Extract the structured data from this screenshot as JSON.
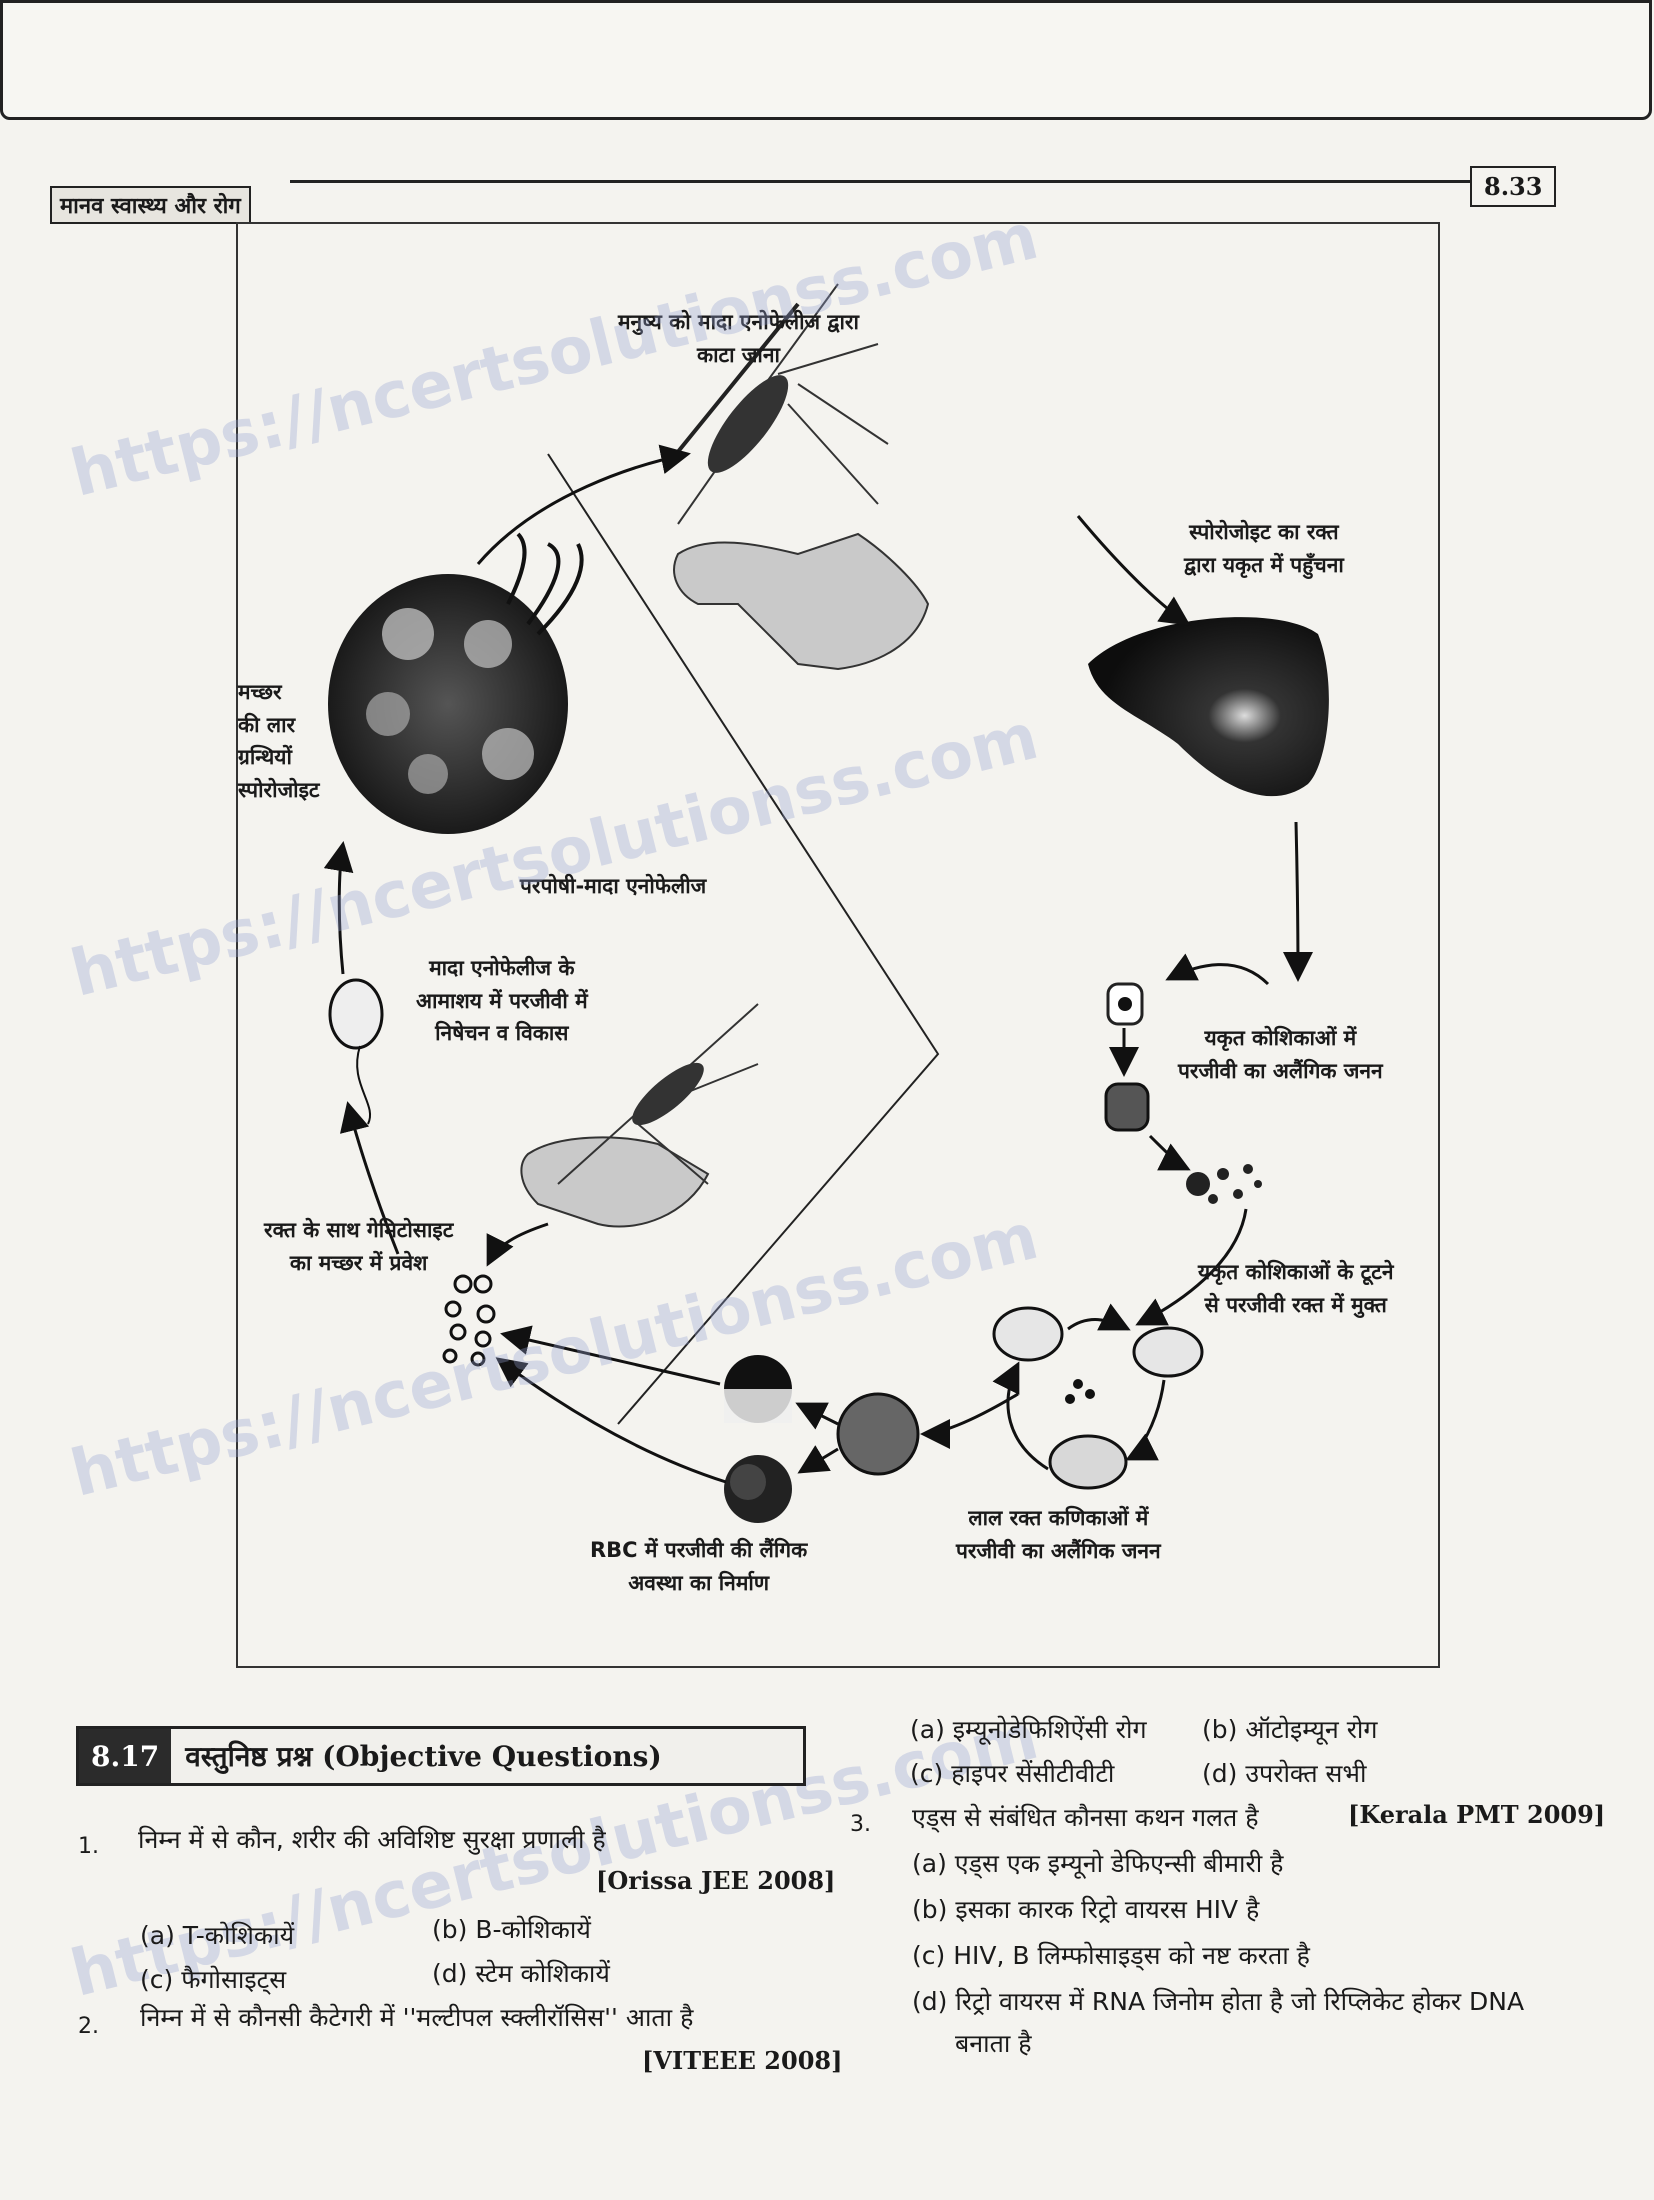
{
  "header": {
    "chapter": "मानव स्वास्थ्य और रोग",
    "page_number": "8.33"
  },
  "figure": {
    "labels": {
      "bite": [
        "मनुष्य को मादा एनोफेलीज द्वारा",
        "काटा जाना"
      ],
      "sporozoite_liver": [
        "स्पोरोजोइट का रक्त",
        "द्वारा यकृत में पहुँचना"
      ],
      "liver_asexual": [
        "यकृत कोशिकाओं में",
        "परजीवी का अलैंगिक जनन"
      ],
      "liver_rupture": [
        "यकृत कोशिकाओं के टूटने",
        "से परजीवी रक्त में मुक्त"
      ],
      "rbc_asexual": [
        "लाल रक्त कणिकाओं में",
        "परजीवी का अलैंगिक जनन"
      ],
      "rbc_sexual": [
        "RBC में परजीवी की लैंगिक",
        "अवस्था का निर्माण"
      ],
      "gametocyte_entry": [
        "रक्त के साथ गेमिटोसाइट",
        "का मच्छर में प्रवेश"
      ],
      "fertilization": [
        "मादा एनोफेलीज के",
        "आमाशय में परजीवी में",
        "निषेचन व विकास"
      ],
      "host": "परपोषी-मादा एनोफेलीज",
      "salivary": [
        "मच्छर",
        "की लार",
        "ग्रन्थियों",
        "स्पोरोजोइट"
      ]
    }
  },
  "watermark": "https://ncertsolutionss.com",
  "section": {
    "number": "8.17",
    "title": "वस्तुनिष्ठ प्रश्न (Objective Questions)"
  },
  "questions": [
    {
      "num": "1.",
      "text": "निम्न में से कौन, शरीर की अविशिष्ट सुरक्षा प्रणाली है",
      "source": "[Orissa JEE 2008]",
      "options": [
        "(a) T-कोशिकायें",
        "(b) B-कोशिकायें",
        "(c) फैगोसाइट्स",
        "(d) स्टेम कोशिकायें"
      ]
    },
    {
      "num": "2.",
      "text": "निम्न में से कौनसी कैटेगरी में ''मल्टीपल स्क्लीरॉसिस'' आता है",
      "source": "[VITEEE 2008]",
      "options": [
        "(a) इम्यूनोडेफिशिऐंसी रोग",
        "(b) ऑटोइम्यून रोग",
        "(c) हाइपर सेंसीटीवीटी",
        "(d) उपरोक्त सभी"
      ]
    },
    {
      "num": "3.",
      "text": "एड्स से संबंधित कौनसा कथन गलत है",
      "source": "[Kerala PMT 2009]",
      "options": [
        "(a) एड्स एक इम्यूनो डेफिएन्सी बीमारी है",
        "(b) इसका कारक रिट्रो वायरस HIV है",
        "(c) HIV, B लिम्फोसाइड्स को नष्ट करता है",
        "(d) रिट्रो वायरस में RNA जिनोम होता है जो रिप्लिकेट होकर DNA",
        "बनाता है"
      ]
    }
  ]
}
